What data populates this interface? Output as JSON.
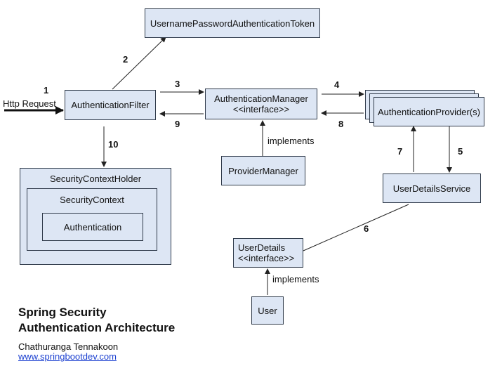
{
  "boxes": {
    "token": "UsernamePasswordAuthenticationToken",
    "filter": "AuthenticationFilter",
    "manager_line1": "AuthenticationManager",
    "manager_line2": "<<interface>>",
    "provider": "AuthenticationProvider(s)",
    "provider_manager": "ProviderManager",
    "uds": "UserDetailsService",
    "sch": "SecurityContextHolder",
    "sc": "SecurityContext",
    "auth": "Authentication",
    "ud_line1": "UserDetails",
    "ud_line2": "<<interface>>",
    "user": "User"
  },
  "labels": {
    "http_request": "Http Request",
    "implements_top": "implements",
    "implements_bottom": "implements"
  },
  "steps": [
    "1",
    "2",
    "3",
    "4",
    "5",
    "6",
    "7",
    "8",
    "9",
    "10"
  ],
  "footer": {
    "title_line1": "Spring Security",
    "title_line2": "Authentication Architecture",
    "author": "Chathuranga Tennakoon",
    "website": "www.springbootdev.com"
  }
}
